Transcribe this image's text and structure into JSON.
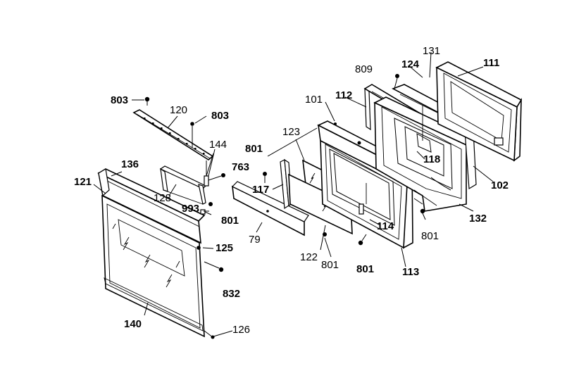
{
  "diagram": {
    "labels": {
      "l803a": "803",
      "l120": "120",
      "l803b": "803",
      "l144": "144",
      "l763": "763",
      "l136": "136",
      "l121": "121",
      "l128": "128",
      "l993": "993",
      "l801a": "801",
      "l125": "125",
      "l832": "832",
      "l140": "140",
      "l126": "126",
      "l801b": "801",
      "l117": "117",
      "l79": "79",
      "l123": "123",
      "l122": "122",
      "l801c": "801",
      "l101": "101",
      "l112": "112",
      "l114": "114",
      "l801d": "801",
      "l113": "113",
      "l809": "809",
      "l124": "124",
      "l131": "131",
      "l111": "111",
      "l118": "118",
      "l102": "102",
      "l132": "132",
      "l801e": "801"
    }
  }
}
